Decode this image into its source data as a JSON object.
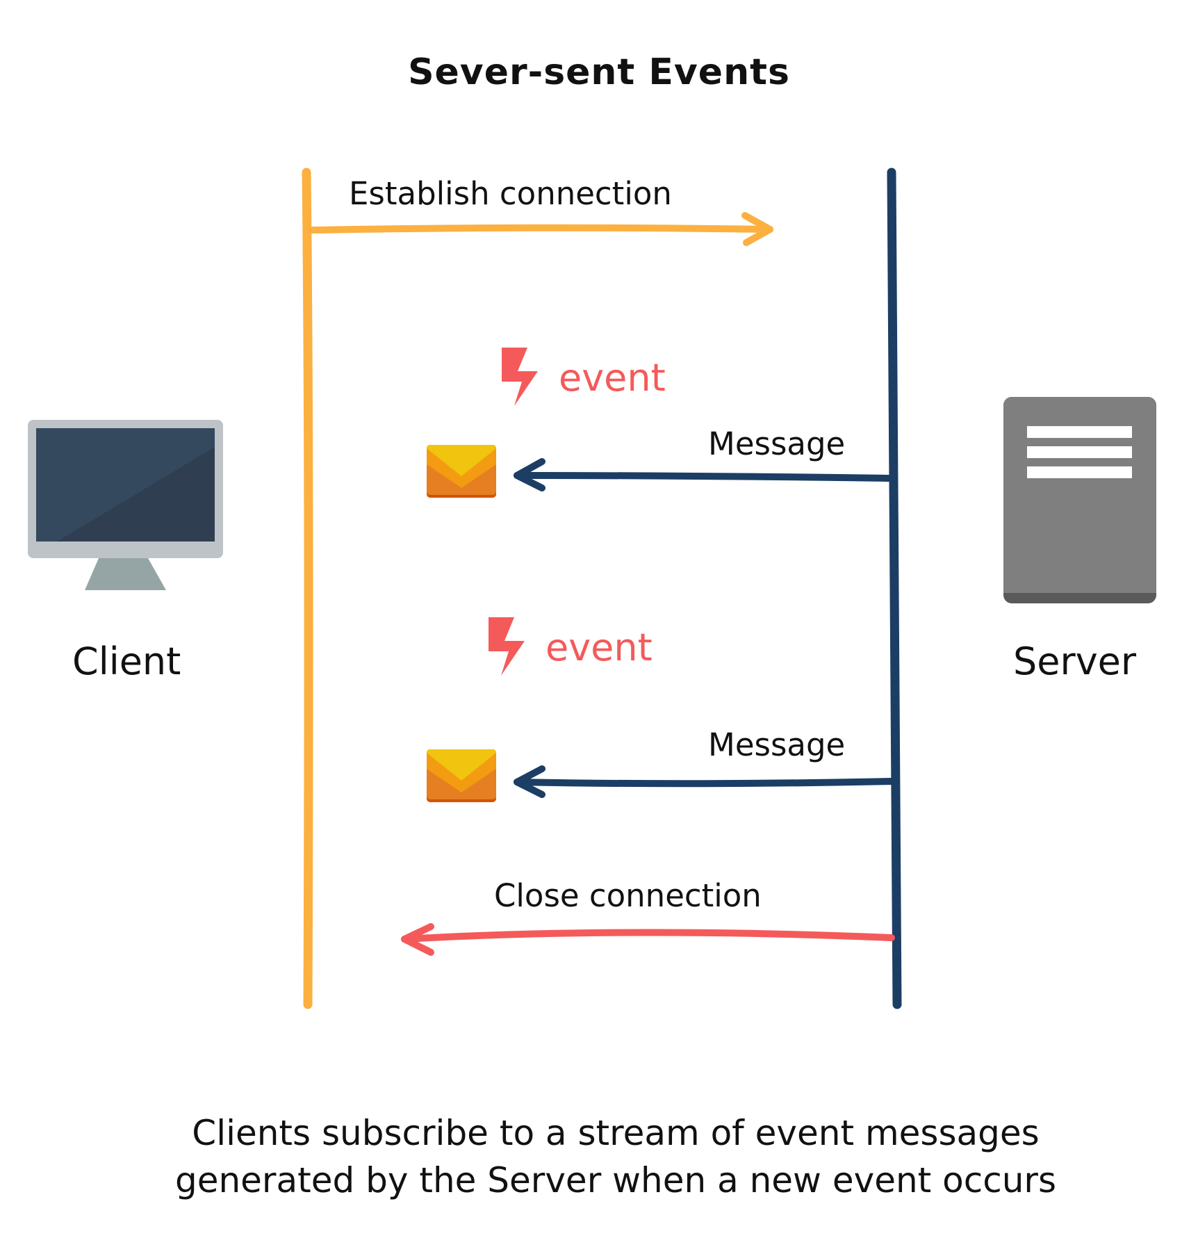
{
  "title": "Sever-sent Events",
  "client_label": "Client",
  "server_label": "Server",
  "messages": {
    "establish": "Establish connection",
    "event_1": "event",
    "message_1": "Message",
    "event_2": "event",
    "message_2": "Message",
    "close": "Close connection"
  },
  "caption": {
    "line_1": "Clients subscribe to a stream of event messages",
    "line_2": "generated by the Server when a new event occurs"
  },
  "colors": {
    "client_lifeline": "#fbb040",
    "server_lifeline": "#1c3e64",
    "close_arrow": "#f45a5a",
    "event_accent": "#f45a5a",
    "envelope_top": "#f1c40f",
    "envelope_body": "#f39c12",
    "server_case": "#7f7f7f",
    "monitor_screen": "#34495e"
  },
  "icons": [
    "monitor-icon",
    "server-icon",
    "lightning-icon",
    "envelope-icon"
  ]
}
